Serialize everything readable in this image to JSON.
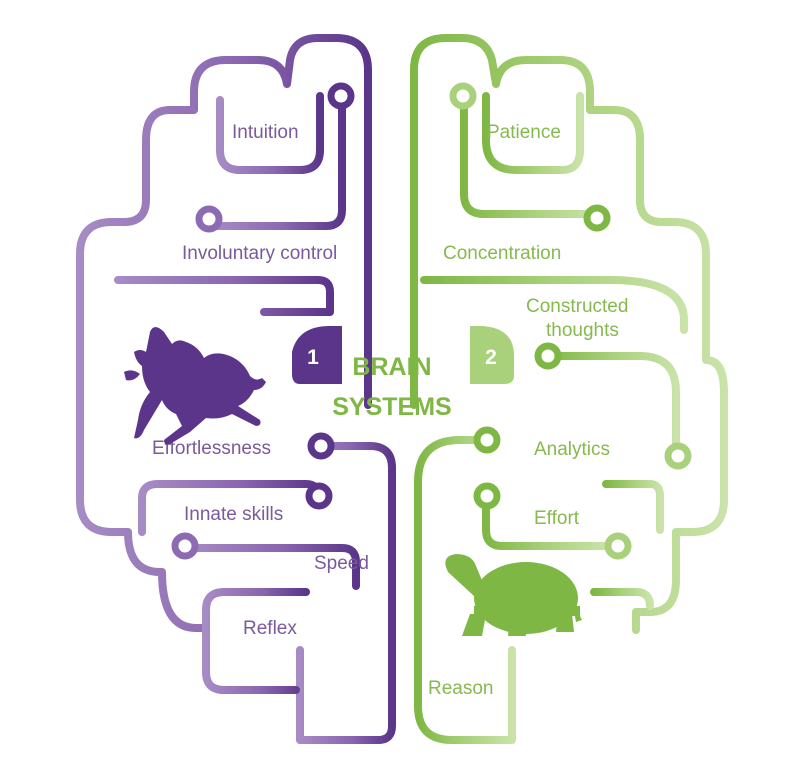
{
  "title": {
    "line1": "BRAIN",
    "line2": "SYSTEMS"
  },
  "systems": [
    {
      "number": "1",
      "animal": "hare-icon",
      "color": "#5b3589",
      "labels": [
        "Intuition",
        "Involuntary control",
        "Effortlessness",
        "Innate skills",
        "Speed",
        "Reflex"
      ]
    },
    {
      "number": "2",
      "animal": "tortoise-icon",
      "color": "#7fb744",
      "labels": [
        "Patience",
        "Concentration",
        "Constructed",
        "thoughts",
        "Analytics",
        "Effort",
        "Reason"
      ]
    }
  ],
  "colors": {
    "purple_dark": "#5b3589",
    "purple_light": "#a88cc5",
    "green_dark": "#7fb744",
    "green_light": "#c5e0a3"
  }
}
